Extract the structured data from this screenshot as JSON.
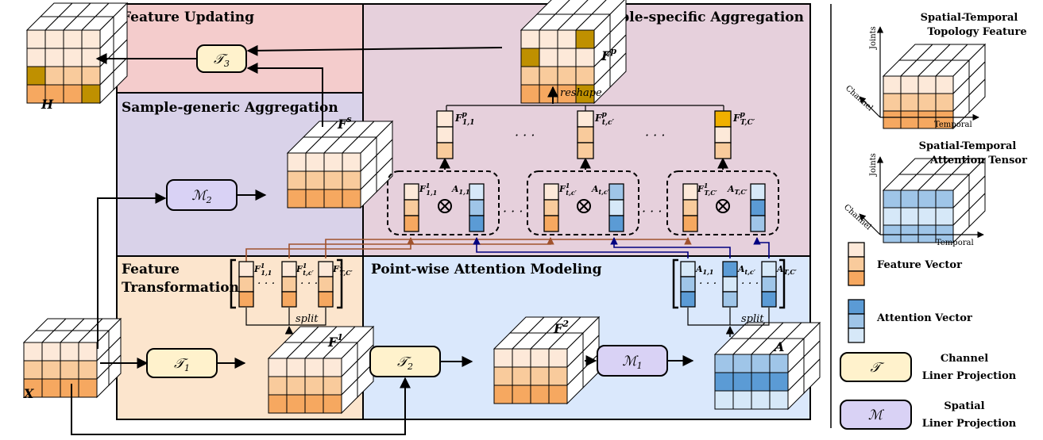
{
  "panels": {
    "feature_updating": "Feature Updating",
    "sample_specific": "Sample-specific Aggregation",
    "sample_generic": "Sample-generic Aggregation",
    "feature_transformation_1": "Feature",
    "feature_transformation_2": "Transformation",
    "pointwise": "Point-wise Attention Modeling"
  },
  "tensors": {
    "H": "H",
    "X": "X",
    "F1": "F",
    "F1_sup": "1",
    "F2": "F",
    "F2_sup": "2",
    "A": "A",
    "Fs": "F",
    "Fs_sup": "s",
    "Fp": "F",
    "Fp_sup": "p"
  },
  "operators": {
    "T1": "𝒯",
    "T1_sub": "1",
    "T2": "𝒯",
    "T2_sub": "2",
    "T3": "𝒯",
    "T3_sub": "3",
    "M1": "ℳ",
    "M1_sub": "1",
    "M2": "ℳ",
    "M2_sub": "2"
  },
  "annotations": {
    "reshape": "reshape",
    "split_feature": "split",
    "split_attention": "split",
    "dots": "· · ·"
  },
  "vector_labels": {
    "fp_11": "F",
    "fp_11_sup": "p",
    "fp_11_sub": "1,1",
    "fp_tc": "F",
    "fp_tc_sup": "p",
    "fp_tc_sub": "t,c′",
    "fp_TC": "F",
    "fp_TC_sup": "p",
    "fp_TC_sub": "T,C′",
    "f1_11": "F",
    "f1_11_sup": "1",
    "f1_11_sub": "1,1",
    "f1_tc": "F",
    "f1_tc_sup": "1",
    "f1_tc_sub": "t,c′",
    "f1_TC": "F",
    "f1_TC_sup": "1",
    "f1_TC_sub": "T,C′",
    "a_11": "A",
    "a_11_sub": "1,1",
    "a_tc": "A",
    "a_tc_sub": "t,c′",
    "a_TC": "A",
    "a_TC_sub": "T,C′"
  },
  "legend": {
    "topology_title_1": "Spatial-Temporal",
    "topology_title_2": "Topology Feature",
    "attention_title_1": "Spatial-Temporal",
    "attention_title_2": "Attention Tensor",
    "axis_joints": "Joints",
    "axis_channel": "Channel",
    "axis_temporal": "Temporal",
    "feature_vector": "Feature Vector",
    "attention_vector": "Attention Vector",
    "channel_proj_1": "Channel",
    "channel_proj_2": "Liner Projection",
    "spatial_proj_1": "Spatial",
    "spatial_proj_2": "Liner Projection",
    "T_symbol": "𝒯",
    "M_symbol": "ℳ"
  },
  "colors": {
    "feature_updating_bg": "#f4cccc",
    "sample_specific_bg": "#e6d0dc",
    "sample_generic_bg": "#d9d2e9",
    "feature_transformation_bg": "#fce5cd",
    "pointwise_bg": "#dae8fc",
    "T_box": "#fff2cc",
    "M_box": "#d9d2f5",
    "feature_light": "#fde9d9",
    "feature_mid": "#f9cb9c",
    "feature_dark": "#f6a860",
    "attention_light": "#d6e8f8",
    "attention_mid": "#9fc5e8",
    "attention_dark": "#5b9bd5",
    "updated_dark": "#bf9000",
    "brown_arrow": "#a0522d",
    "navy_arrow": "#000080"
  }
}
